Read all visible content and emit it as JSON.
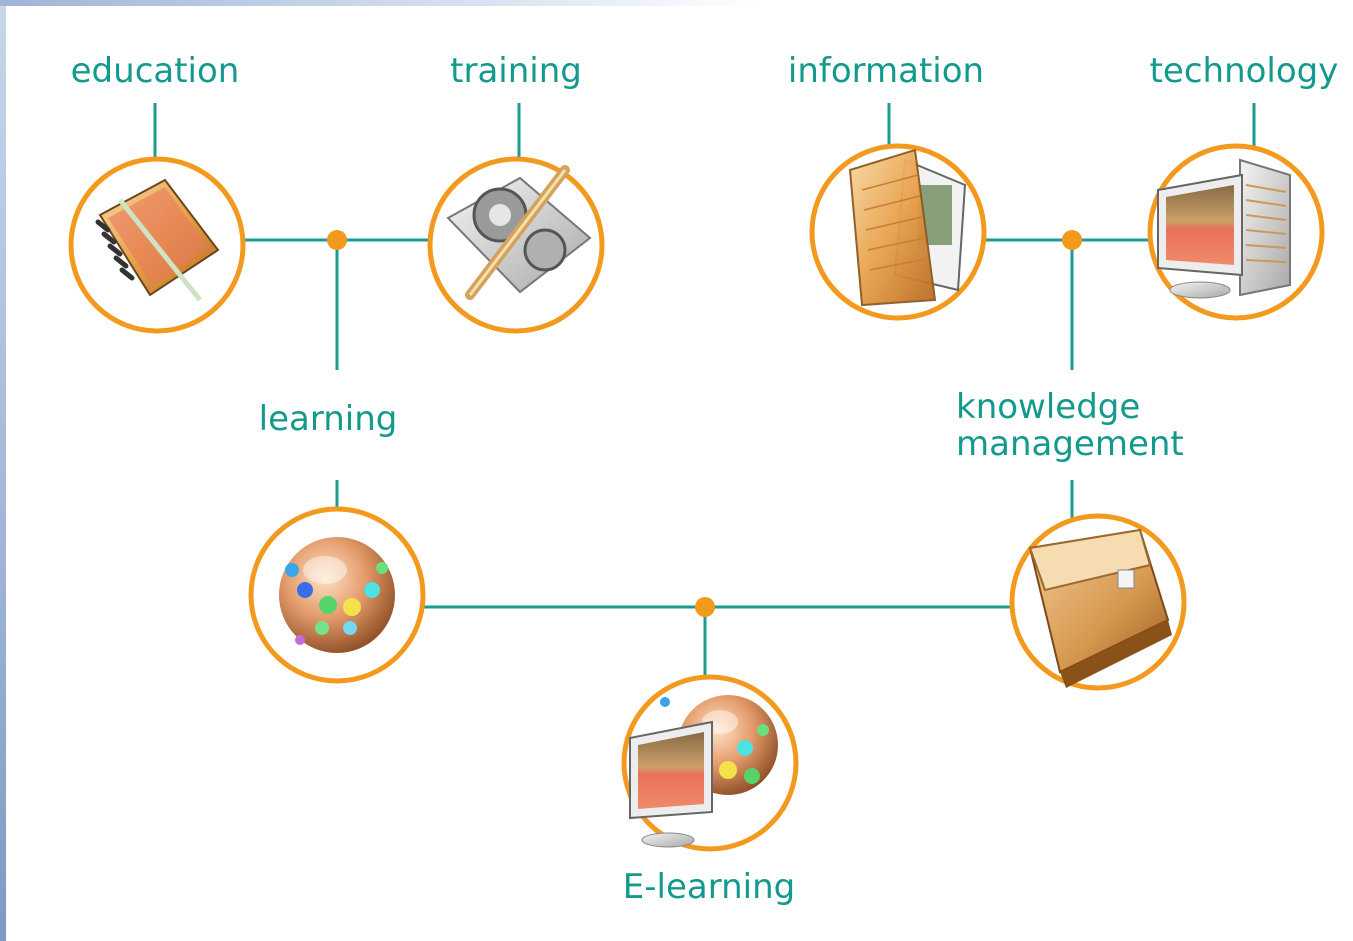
{
  "nodes": {
    "education": {
      "label": "education"
    },
    "training": {
      "label": "training"
    },
    "information": {
      "label": "information"
    },
    "technology": {
      "label": "technology"
    },
    "learning": {
      "label": "learning"
    },
    "knowledge_management": {
      "label_line1": "knowledge",
      "label_line2": "management"
    },
    "e_learning": {
      "label": "E-learning"
    }
  },
  "colors": {
    "connector": "#1e9b8f",
    "ring": "#f39a1e",
    "label": "#139a8c"
  }
}
